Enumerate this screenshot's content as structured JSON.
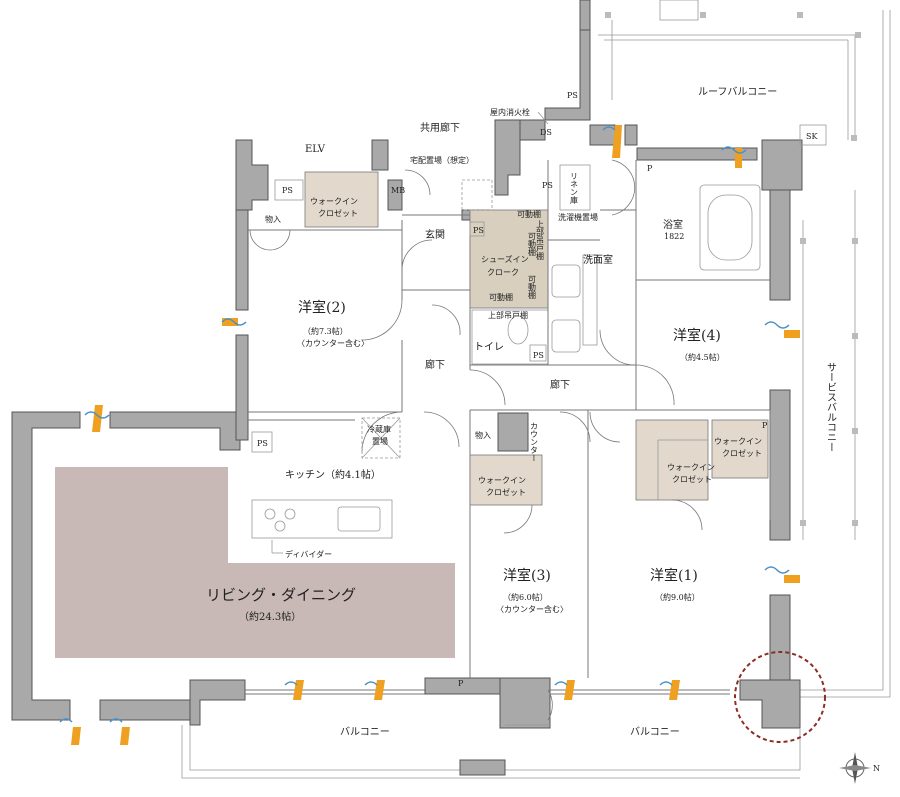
{
  "labels": {
    "roof_balcony": "ルーフバルコニー",
    "indoor_hydrant": "屋内消火栓",
    "ps": "PS",
    "ds": "DS",
    "common_corridor": "共用廊下",
    "delivery_box": "宅配置場（想定）",
    "elv": "ELV",
    "mb": "MB",
    "sk": "SK",
    "linen": "リネン庫",
    "bathroom": "浴室",
    "bath_size": "1822",
    "p": "P",
    "storage": "物入",
    "walkin_closet": "ウォークイン\nクロゼット",
    "entrance": "玄関",
    "shoes_in_cloak": "シューズイン\nクローク",
    "movable_shelf": "可動棚",
    "upper_cabinet": "上部吊戸棚",
    "washer_space": "洗濯機置場",
    "washroom": "洗面室",
    "toilet": "トイレ",
    "corridor": "廊下",
    "service_balcony": "サービスバルコニー",
    "counter": "カウンター",
    "fridge_space": "冷蔵庫\n置場",
    "kitchen": "キッチン（約4.1帖）",
    "divider": "ディバイダー",
    "living_dining": "リビング・ダイニング",
    "living_dining_size": "（約24.3帖）",
    "balcony": "バルコニー"
  },
  "rooms": [
    {
      "name": "洋室(2)",
      "size": "（約7.3帖）",
      "note": "〈カウンター含む〉"
    },
    {
      "name": "洋室(4)",
      "size": "（約4.5帖）",
      "note": ""
    },
    {
      "name": "洋室(3)",
      "size": "（約6.0帖）",
      "note": "〈カウンター含む〉"
    },
    {
      "name": "洋室(1)",
      "size": "（約9.0帖）",
      "note": ""
    }
  ],
  "colors": {
    "wall": "#a9a9a9",
    "ldk_floor": "#c8b8b6",
    "closet": "#e2d9cc",
    "airflow_blue": "#4a90c8",
    "sunlight_orange": "#f0a020",
    "highlight_circle": "#8b2e24"
  },
  "icons": [
    "compass-icon",
    "window-airflow-icon",
    "stove-icon",
    "sink-icon",
    "bathtub-icon"
  ]
}
